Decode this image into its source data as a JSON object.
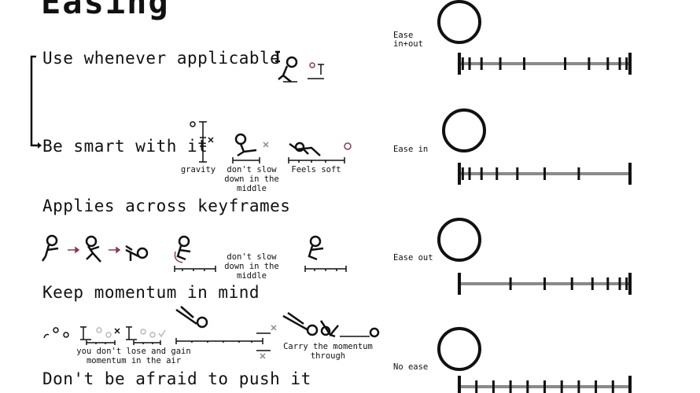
{
  "title": "Easing",
  "headings": {
    "use_whenever": "Use whenever applicable",
    "be_smart": "Be smart with it",
    "applies_across": "Applies across keyframes",
    "keep_momentum": "Keep momentum in mind",
    "dont_be_afraid": "Don't be afraid to push it"
  },
  "notes": {
    "gravity": "gravity",
    "dont_slow_1": "don't slow\ndown in the\nmiddle",
    "feels_soft": "Feels soft",
    "dont_slow_2": "don't slow\ndown in the\nmiddle",
    "no_lose_gain": "you don't lose and gain\nmomentum in the air",
    "carry_momentum": "Carry the momentum\nthrough"
  },
  "ease_types": [
    {
      "label": "Ease\nin+out",
      "ticks": [
        0.0,
        0.02,
        0.06,
        0.13,
        0.24,
        0.38,
        0.62,
        0.76,
        0.87,
        0.94,
        0.98,
        1.0
      ]
    },
    {
      "label": "Ease in",
      "ticks": [
        0.0,
        0.02,
        0.06,
        0.13,
        0.22,
        0.34,
        0.5,
        0.7,
        1.0
      ]
    },
    {
      "label": "Ease out",
      "ticks": [
        0.0,
        0.3,
        0.5,
        0.66,
        0.78,
        0.87,
        0.94,
        0.98,
        1.0
      ]
    },
    {
      "label": "No ease",
      "ticks": [
        0.0,
        0.1,
        0.2,
        0.3,
        0.4,
        0.5,
        0.6,
        0.7,
        0.8,
        0.9,
        1.0
      ]
    }
  ],
  "colors": {
    "ink": "#111111",
    "track": "#8a8a8a",
    "accent": "#8b3a4a",
    "faint": "#b9b9b9"
  }
}
